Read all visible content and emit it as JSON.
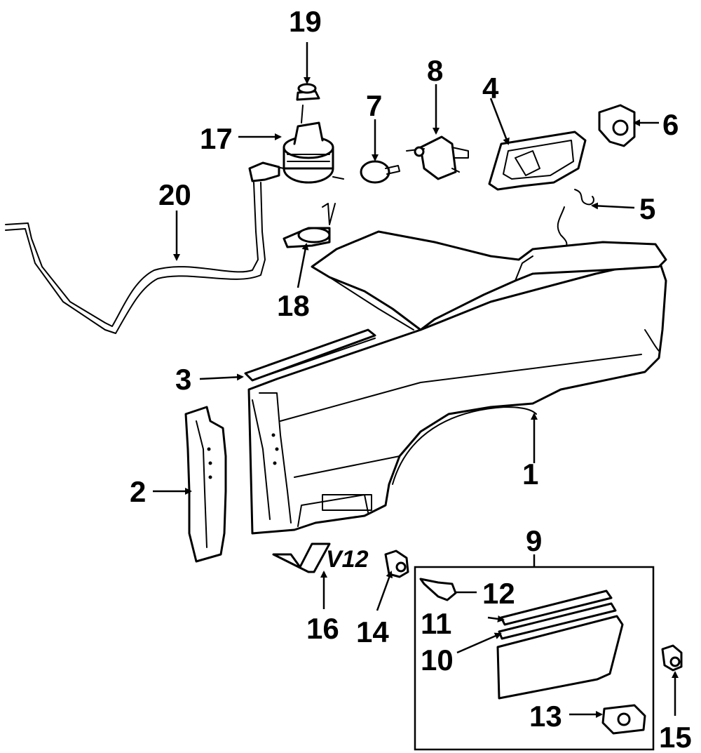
{
  "diagram": {
    "callouts": [
      {
        "id": "c1",
        "label": "1"
      },
      {
        "id": "c2",
        "label": "2"
      },
      {
        "id": "c3",
        "label": "3"
      },
      {
        "id": "c4",
        "label": "4"
      },
      {
        "id": "c5",
        "label": "5"
      },
      {
        "id": "c6",
        "label": "6"
      },
      {
        "id": "c7",
        "label": "7"
      },
      {
        "id": "c8",
        "label": "8"
      },
      {
        "id": "c9",
        "label": "9"
      },
      {
        "id": "c10",
        "label": "10"
      },
      {
        "id": "c11",
        "label": "11"
      },
      {
        "id": "c12",
        "label": "12"
      },
      {
        "id": "c13",
        "label": "13"
      },
      {
        "id": "c14",
        "label": "14"
      },
      {
        "id": "c15",
        "label": "15"
      },
      {
        "id": "c16",
        "label": "16"
      },
      {
        "id": "c17",
        "label": "17"
      },
      {
        "id": "c18",
        "label": "18"
      },
      {
        "id": "c19",
        "label": "19"
      },
      {
        "id": "c20",
        "label": "20"
      }
    ],
    "emblem_text": "V12"
  }
}
